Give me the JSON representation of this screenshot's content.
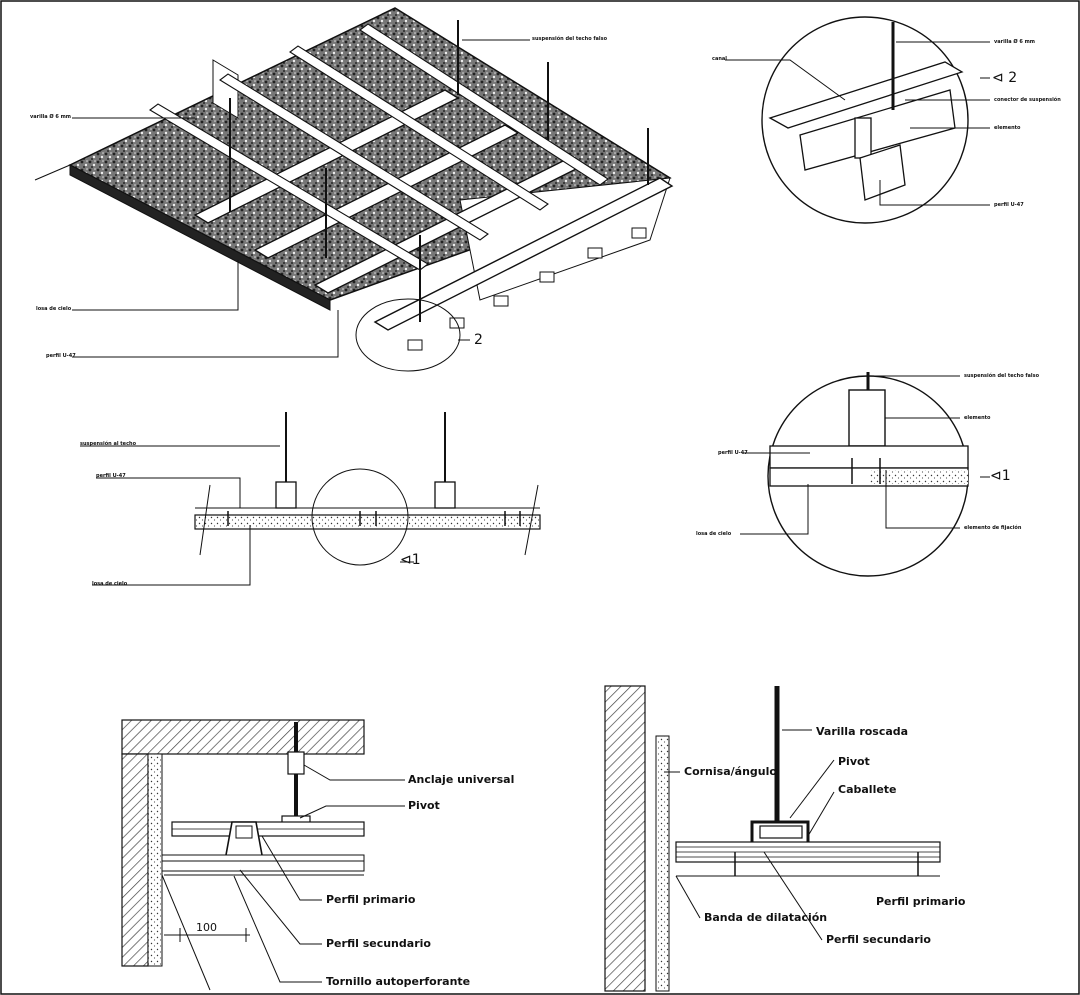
{
  "colors": {
    "ink": "#111111",
    "paper": "#ffffff",
    "gravel": "#555555",
    "hatch": "#444444"
  },
  "iso_view": {
    "labels": {
      "top_hanger": "suspensión del techo falso",
      "left_rod": "varilla Ø 6 mm",
      "mid_board": "losa de cielo",
      "bottom_profile": "perfil U-47"
    },
    "callout_number": "2"
  },
  "detail_2": {
    "labels": {
      "rod": "varilla Ø 6 mm",
      "left": "canal",
      "connector": "conector de suspensión",
      "element": "elemento",
      "profile": "perfil U-47"
    },
    "ref": "2"
  },
  "section_view": {
    "labels": {
      "hanger": "suspensión al techo",
      "profile": "perfil U-47",
      "board": "losa de cielo"
    },
    "ref": "1"
  },
  "detail_1": {
    "labels": {
      "top": "suspensión del techo falso",
      "element": "elemento",
      "profile": "perfil U-47",
      "board": "losa de cielo",
      "fixing": "elemento de fijación"
    },
    "ref": "1"
  },
  "bottom_left": {
    "labels": {
      "anchor": "Anclaje universal",
      "pivot": "Pivot",
      "primary": "Perfil primario",
      "secondary": "Perfil secundario",
      "screw": "Tornillo autoperforante"
    },
    "dimension": "100"
  },
  "bottom_right": {
    "labels": {
      "rod": "Varilla roscada",
      "pivot": "Pivot",
      "cap": "Caballete",
      "wall_angle": "Cornisa/ángulo",
      "joint": "Banda de dilatación",
      "primary": "Perfil primario",
      "secondary": "Perfil secundario"
    }
  }
}
